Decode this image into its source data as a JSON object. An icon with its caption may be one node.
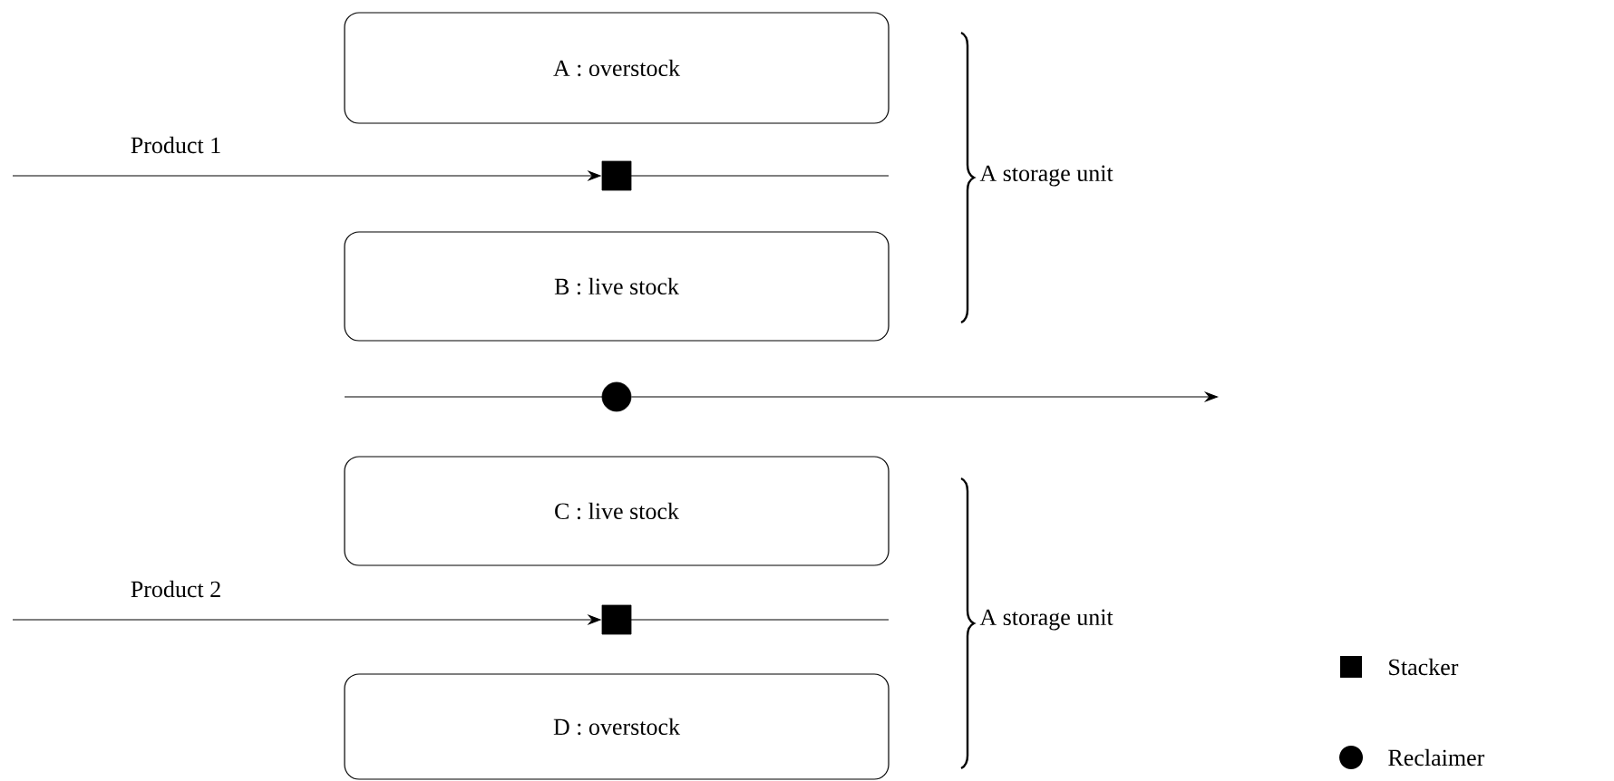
{
  "diagram": {
    "nodes": [
      {
        "text": [
          "A : overstock"
        ]
      },
      {
        "text": [
          "B : live stock"
        ]
      },
      {
        "text": [
          "C : live stock"
        ]
      },
      {
        "text": [
          "D : overstock"
        ]
      },
      {
        "text": [],
        "shape": "box"
      },
      {
        "text": [],
        "shape": "circle"
      },
      {
        "text": [],
        "shape": "box"
      }
    ],
    "edges": [
      {
        "from": null,
        "to": 4,
        "arrow": "to",
        "label": "Product 1"
      },
      {
        "from": 5,
        "to": null,
        "arrow": "to"
      },
      {
        "from": null,
        "to": 6,
        "arrow": "to",
        "label": "Product 2"
      }
    ],
    "labels": [
      "A storage unit",
      "A storage unit"
    ],
    "legend": [
      {
        "text": "Stacker"
      },
      {
        "text": "Reclaimer"
      }
    ]
  }
}
